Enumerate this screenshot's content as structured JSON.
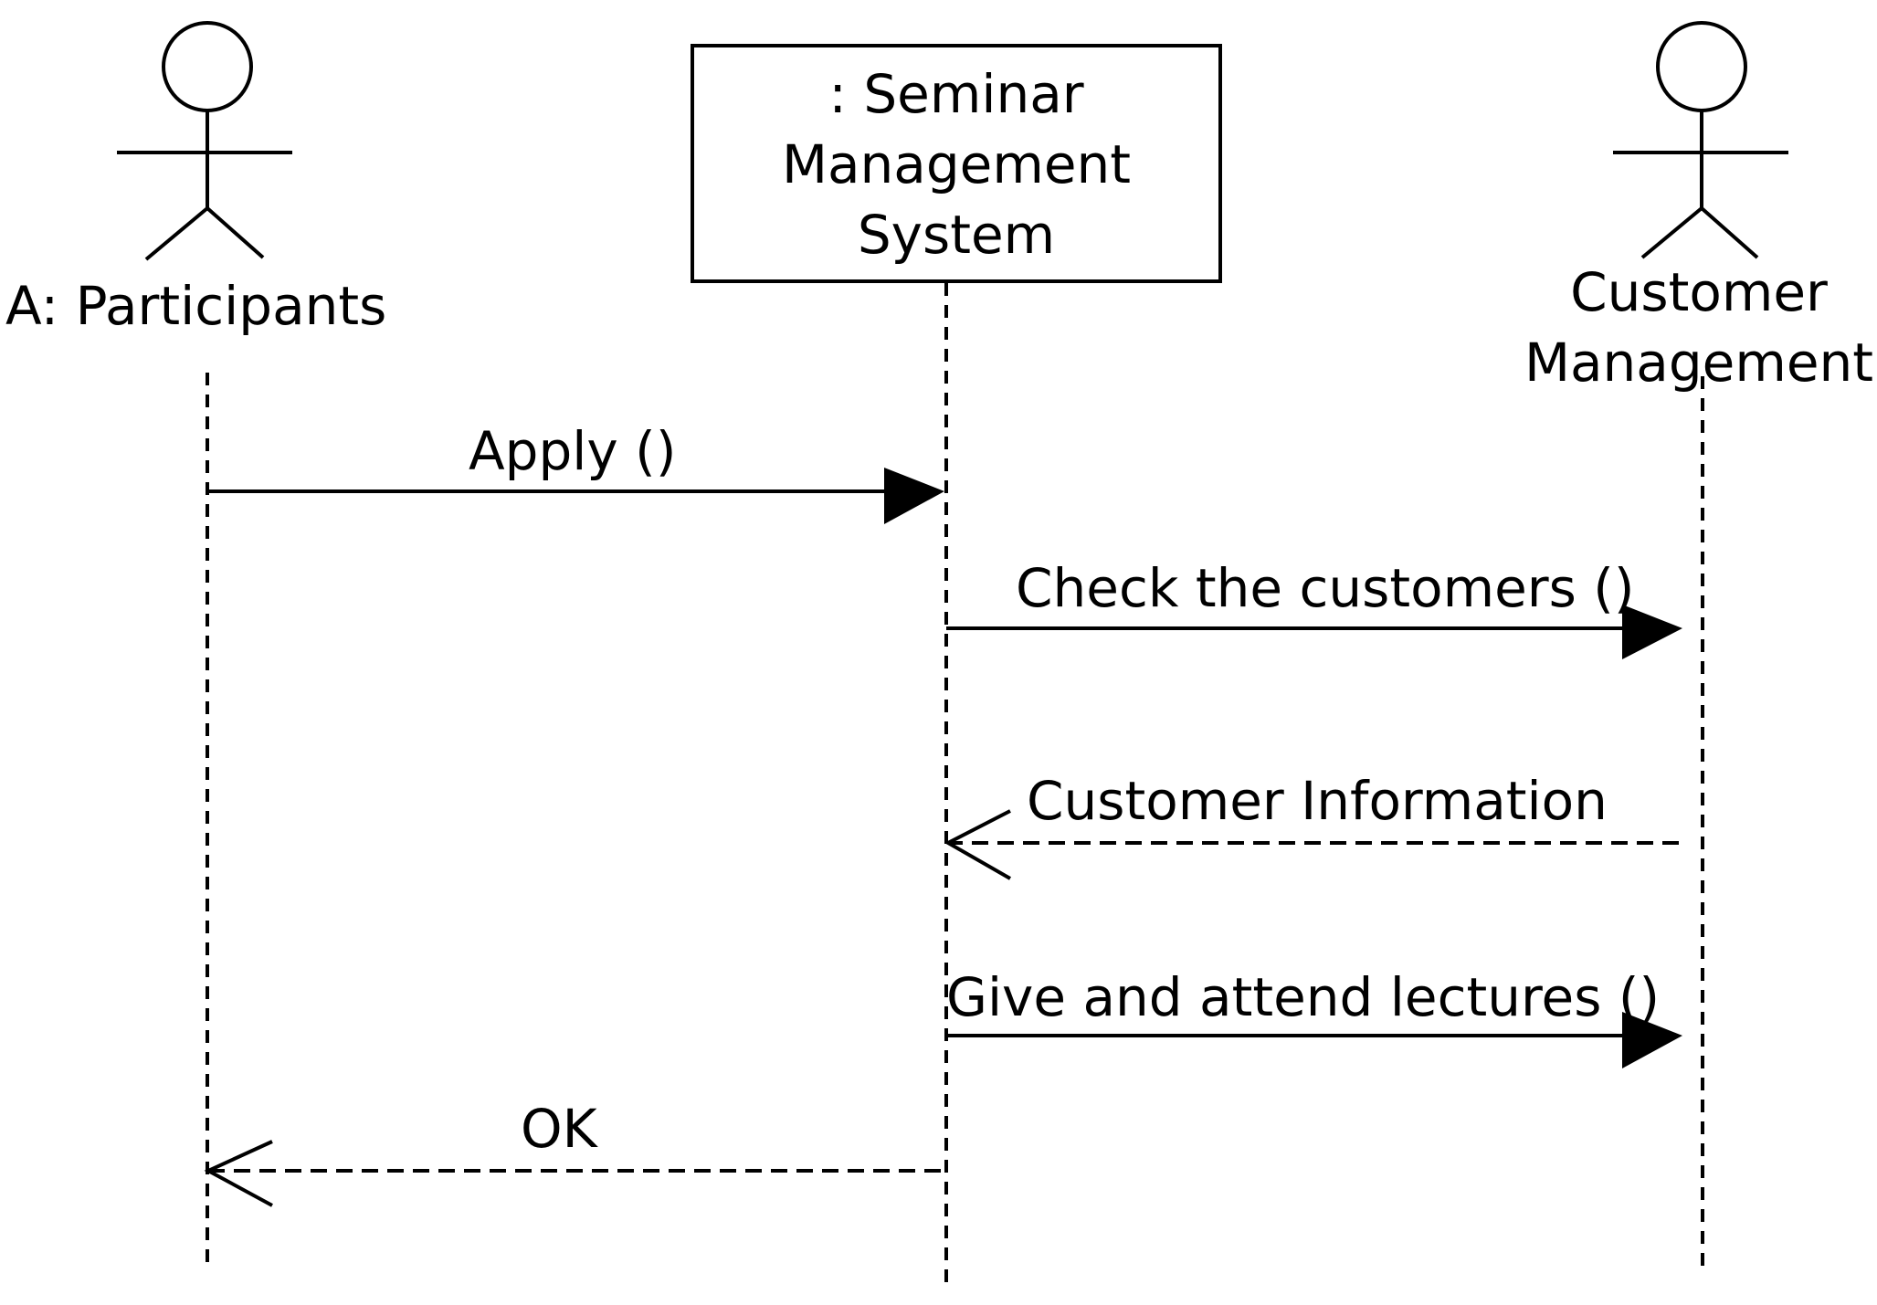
{
  "participants": {
    "participants_actor": {
      "label": "A: Participants"
    },
    "seminar_system": {
      "label_line1": ": Seminar",
      "label_line2": "Management",
      "label_line3": "System"
    },
    "customer_management": {
      "label_line1": "Customer",
      "label_line2": "Management"
    }
  },
  "messages": [
    {
      "label": "Apply ()",
      "kind": "synchronous",
      "from": "A: Participants",
      "to": ": Seminar Management System"
    },
    {
      "label": "Check the customers ()",
      "kind": "synchronous",
      "from": ": Seminar Management System",
      "to": "Customer Management"
    },
    {
      "label": "Customer Information",
      "kind": "return",
      "from": "Customer Management",
      "to": ": Seminar Management System"
    },
    {
      "label": "Give and attend lectures ()",
      "kind": "synchronous",
      "from": ": Seminar Management System",
      "to": "Customer Management"
    },
    {
      "label": "OK",
      "kind": "return",
      "from": ": Seminar Management System",
      "to": "A: Participants"
    }
  ],
  "colors": {
    "line": "#000000",
    "background": "#ffffff"
  }
}
